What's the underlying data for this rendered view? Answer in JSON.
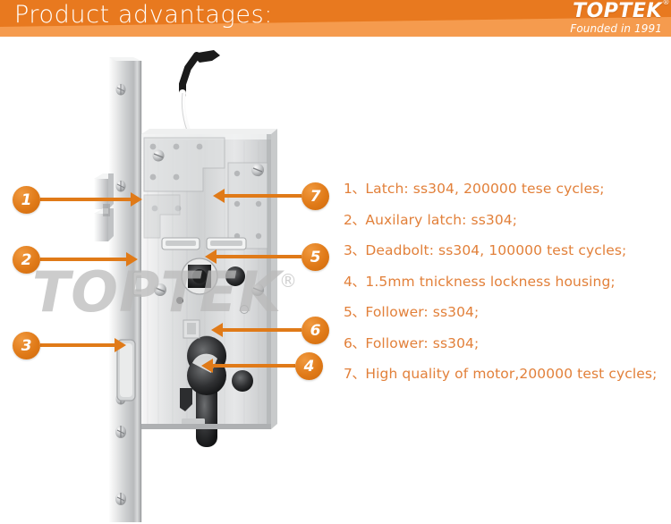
{
  "header": {
    "title": "Product advantages:",
    "band_color": "#ef8125",
    "band_dark_color": "#e8791f",
    "band_light_color": "#f59b4e",
    "logo": {
      "brand": "TOPTEK",
      "registered_mark": "®",
      "tagline": "Founded in 1991"
    }
  },
  "watermark": {
    "text": "TOPTEK",
    "registered_mark": "®",
    "color": "#b9b9b9"
  },
  "product_photo": {
    "name": "mortise-lock-body",
    "description": "Stainless steel mortise lock body with faceplate, latch, deadbolt, follower and motor wiring harness"
  },
  "accent_color": "#e07a18",
  "text_color": "#e2803a",
  "markers": [
    {
      "id": "1",
      "label": "1",
      "side": "left"
    },
    {
      "id": "2",
      "label": "2",
      "side": "left"
    },
    {
      "id": "3",
      "label": "3",
      "side": "left"
    },
    {
      "id": "4",
      "label": "4",
      "side": "right"
    },
    {
      "id": "5",
      "label": "5",
      "side": "right"
    },
    {
      "id": "6",
      "label": "6",
      "side": "right"
    },
    {
      "id": "7",
      "label": "7",
      "side": "right"
    }
  ],
  "features": [
    {
      "num": "1、",
      "text": "Latch: ss304, 200000 tese cycles;"
    },
    {
      "num": "2、",
      "text": "Auxilary latch: ss304;"
    },
    {
      "num": "3、",
      "text": "Deadbolt: ss304, 100000 test cycles;"
    },
    {
      "num": "4、",
      "text": "1.5mm tnickness  lockness  housing;"
    },
    {
      "num": "5、",
      "text": "Follower: ss304;"
    },
    {
      "num": "6、",
      "text": "Follower: ss304;"
    },
    {
      "num": "7、",
      "text": "High quality of motor,200000 test cycles;"
    }
  ]
}
